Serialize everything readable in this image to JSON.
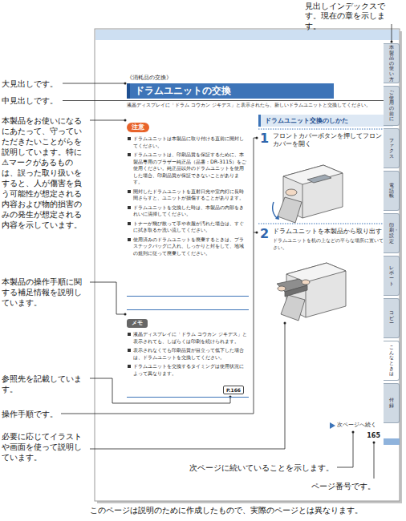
{
  "diagram": {
    "nodes": [
      {
        "text": [
          "《消耗品の交換》",
          "液晶ディスプレイに「ドラム コウカン ジキデス」と表示されたら、新しいドラムユニットと交換してください。",
          "次ページへ続く",
          "165"
        ]
      },
      {
        "text": [
          "ドラムユニットの交換"
        ],
        "in": 0
      },
      {
        "text": [
          "注意",
          "ドラムユニットは本製品に取り付ける直前に開封してください。",
          "ドラムユニットは、印刷品質を保証するために、本製品専用のブラザー純正品（品番：DR-3115）をご使用ください。純正品以外のドラムユニットを使用した場合、印刷品質が保証できないことがあります。",
          "開封したドラムユニットを直射日光や室内灯に長時間さらすと、ユニットが損傷することがあります。",
          "ドラムユニットを交換した時は、本製品の内部をきれいに清掃してください。",
          "トナーが飛び散って手や衣服が汚れた場合は、すぐに拭き取るか洗い流してください。",
          "使用済みのドラムユニットを廃棄するときは、プラスチックバッグに入れ、しっかりと封をして、地域の規則に従って廃棄してください。"
        ],
        "in": 0
      },
      {
        "text": [
          "メモ",
          "液晶ディスプレイに「ドラム コウカン ジキデス」と表示されても、しばらくは印刷を続けられます。",
          "表示されなくても印刷品質が目立って低下した場合は、ドラムユニットを交換してください。",
          "ドラムユニットを交換するタイミングは使用状況によって異なります。"
        ],
        "in": 0
      },
      {
        "text": [
          "P.166"
        ],
        "in": 3
      },
      {
        "text": [
          "ドラムユニット交換のしかた"
        ],
        "in": 0
      },
      {
        "text": [
          "1",
          "フロントカバーボタンを押してフロントカバーを開く"
        ],
        "in": 0
      },
      {
        "text": [
          "2",
          "ドラムユニットを本製品から取り出す",
          "ドラムユニットを机の上などの平らな場所に置いてください。"
        ],
        "in": 0
      },
      {
        "text": [
          "本製品の使い方"
        ],
        "in": 0
      },
      {
        "text": [
          "ご使用の前に"
        ],
        "in": 0
      },
      {
        "text": [
          "ファクス"
        ],
        "in": 0
      },
      {
        "text": [
          "電話帳"
        ],
        "in": 0
      },
      {
        "text": [
          "印刷・設定"
        ],
        "in": 0
      },
      {
        "text": [
          "レポート"
        ],
        "in": 0
      },
      {
        "text": [
          "コピー"
        ],
        "in": 0
      },
      {
        "text": [
          "こんなときは"
        ],
        "in": 0
      },
      {
        "text": [
          "付録"
        ],
        "in": 0
      }
    ],
    "labels": [
      "見出しインデックスです。現在の章を示します。",
      "大見出しです。",
      "中見出しです。",
      "本製品をお使いになるにあたって、守っていただきたいことがらを説明しています。特に⚠マークがあるものは、誤った取り扱いをすると、人が傷害を負う可能性が想定される内容および物的損害のみの発生が想定される内容を示しています。",
      "本製品の操作手順に関する補足情報を説明しています。",
      "参照先を記載しています。",
      "操作手順です。",
      "必要に応じてイラストや画面を使って説明しています。",
      "次ページに続いていることを示します。",
      "ページ番号です。",
      "このページは説明のために作成したもので、実際のページとは異なります。"
    ]
  }
}
